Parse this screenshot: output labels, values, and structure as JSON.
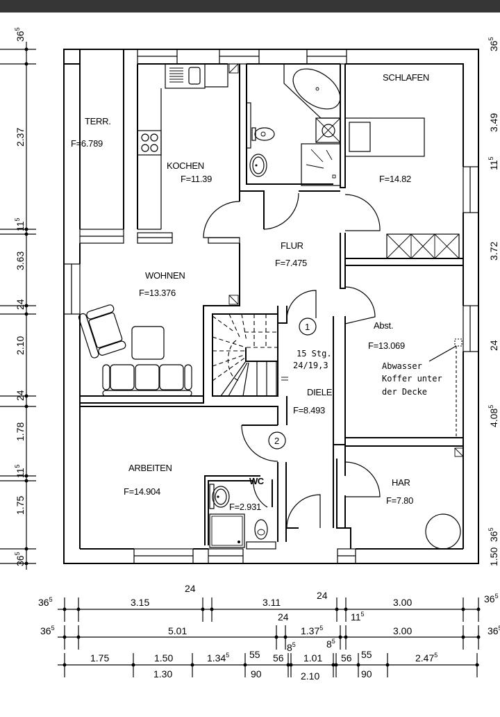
{
  "app": {
    "title": "Grundriss Erdgeschoss"
  },
  "rooms": [
    {
      "name": "TERR.",
      "area": "F=6.789"
    },
    {
      "name": "KOCHEN",
      "area": "F=11.39"
    },
    {
      "name": "SCHLAFEN",
      "area": "F=14.82"
    },
    {
      "name": "FLUR",
      "area": "F=7.475"
    },
    {
      "name": "WOHNEN",
      "area": "F=13.376"
    },
    {
      "name": "Abst.",
      "area": "F=13.069"
    },
    {
      "name": "DIELE",
      "area": "F=8.493"
    },
    {
      "name": "ARBEITEN",
      "area": "F=14.904"
    },
    {
      "name": "WC",
      "area": "F=2.931"
    },
    {
      "name": "HAR",
      "area": "F=7.80"
    }
  ],
  "stairs": {
    "steps": "15 Stg.",
    "ratio": "24/19,3",
    "marker_1": "1",
    "marker_2": "2"
  },
  "note": {
    "line1": "Abwasser",
    "line2": "Koffer unter",
    "line3": "der Decke"
  },
  "dimensions": {
    "left": [
      {
        "v": "36",
        "s": "5"
      },
      {
        "v": "2.37",
        "s": ""
      },
      {
        "v": "11",
        "s": "5"
      },
      {
        "v": "3.63",
        "s": ""
      },
      {
        "v": "24",
        "s": ""
      },
      {
        "v": "2.10",
        "s": ""
      },
      {
        "v": "24",
        "s": ""
      },
      {
        "v": "1.78",
        "s": ""
      },
      {
        "v": "11",
        "s": "5"
      },
      {
        "v": "1.75",
        "s": ""
      },
      {
        "v": "36",
        "s": "5"
      }
    ],
    "right": [
      {
        "v": "36",
        "s": "5"
      },
      {
        "v": "3.49",
        "s": ""
      },
      {
        "v": "11",
        "s": "5"
      },
      {
        "v": "3.72",
        "s": ""
      },
      {
        "v": "24",
        "s": ""
      },
      {
        "v": "4.08",
        "s": "5"
      },
      {
        "v": "36",
        "s": "5"
      },
      {
        "v": "1.50",
        "s": ""
      }
    ],
    "bottom_row1": [
      {
        "v": "36",
        "s": "5"
      },
      {
        "v": "3.15",
        "s": ""
      },
      {
        "v": "24",
        "s": ""
      },
      {
        "v": "3.11",
        "s": ""
      },
      {
        "v": "24",
        "s": ""
      },
      {
        "v": "11",
        "s": "5"
      },
      {
        "v": "3.00",
        "s": ""
      },
      {
        "v": "36",
        "s": "5"
      }
    ],
    "bottom_row2": [
      {
        "v": "36",
        "s": "5"
      },
      {
        "v": "5.01",
        "s": ""
      },
      {
        "v": "24",
        "s": ""
      },
      {
        "v": "8",
        "s": "5"
      },
      {
        "v": "1.37",
        "s": "5"
      },
      {
        "v": "8",
        "s": "5"
      },
      {
        "v": "3.00",
        "s": ""
      },
      {
        "v": "36",
        "s": "5"
      }
    ],
    "bottom_row3_top": [
      {
        "v": "1.75",
        "s": ""
      },
      {
        "v": "1.50",
        "s": ""
      },
      {
        "v": "1.34",
        "s": "5"
      },
      {
        "v": "55",
        "s": ""
      },
      {
        "v": "56",
        "s": ""
      },
      {
        "v": "1.01",
        "s": ""
      },
      {
        "v": "56",
        "s": ""
      },
      {
        "v": "55",
        "s": ""
      },
      {
        "v": "2.47",
        "s": "5"
      }
    ],
    "bottom_row3_bottom": [
      {
        "v": "1.30",
        "s": ""
      },
      {
        "v": "90",
        "s": ""
      },
      {
        "v": "2.10",
        "s": ""
      },
      {
        "v": "90",
        "s": ""
      }
    ]
  }
}
